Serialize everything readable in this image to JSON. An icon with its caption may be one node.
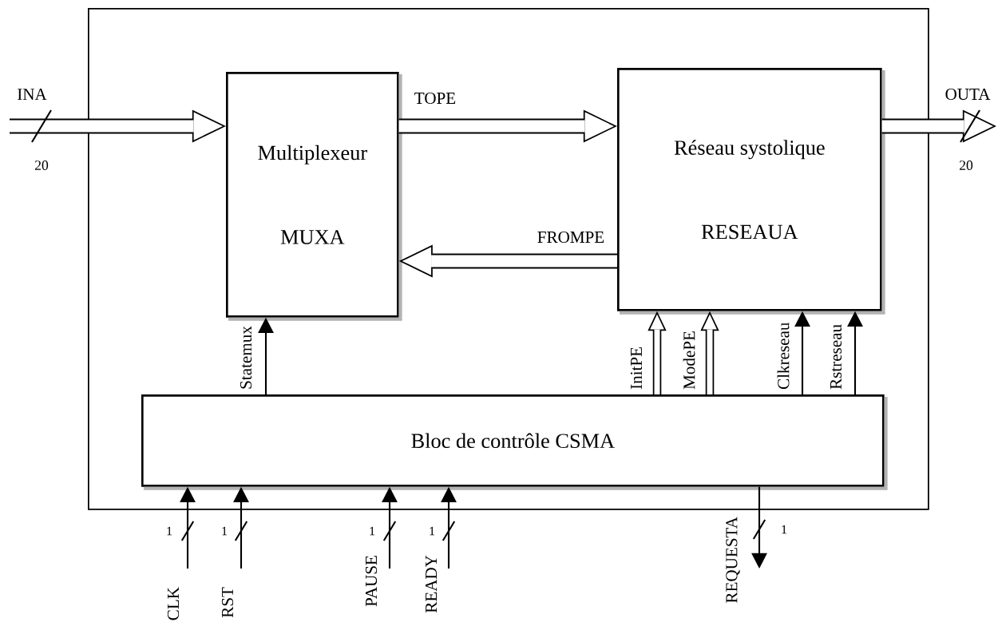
{
  "diagram": {
    "nodes": [
      {
        "text": [],
        "shape": "box"
      },
      {
        "text": [
          "Multiplexeur",
          "MUXA"
        ],
        "in": 0
      },
      {
        "text": [
          "Réseau systolique",
          "RESEAUA"
        ],
        "in": 0
      },
      {
        "text": [
          "Bloc de contrôle CSMA"
        ],
        "in": 0
      }
    ],
    "edges": [
      {
        "from": null,
        "to": 1,
        "arrow": "to",
        "label": "INA",
        "style": "thick"
      },
      {
        "from": 1,
        "to": 2,
        "arrow": "to",
        "label": "TOPE",
        "style": "thick"
      },
      {
        "from": 2,
        "to": 1,
        "arrow": "to",
        "label": "FROMPE",
        "style": "thick"
      },
      {
        "from": 2,
        "to": null,
        "arrow": "to",
        "label": "OUTA",
        "style": "thick"
      },
      {
        "from": 3,
        "to": 1,
        "arrow": "to",
        "label": "Statemux"
      },
      {
        "from": 3,
        "to": 2,
        "arrow": "to",
        "label": "InitPE",
        "style": "thick"
      },
      {
        "from": 3,
        "to": 2,
        "arrow": "to",
        "label": "ModePE",
        "style": "thick"
      },
      {
        "from": 3,
        "to": 2,
        "arrow": "to",
        "label": "Clkreseau"
      },
      {
        "from": 3,
        "to": 2,
        "arrow": "to",
        "label": "Rstreseau"
      },
      {
        "from": null,
        "to": 3,
        "arrow": "to",
        "label": "CLK"
      },
      {
        "from": null,
        "to": 3,
        "arrow": "to",
        "label": "RST"
      },
      {
        "from": null,
        "to": 3,
        "arrow": "to",
        "label": "PAUSE"
      },
      {
        "from": null,
        "to": 3,
        "arrow": "to",
        "label": "READY"
      },
      {
        "from": 3,
        "to": null,
        "arrow": "to",
        "label": "REQUESTA"
      }
    ],
    "labels": [
      "20",
      "20",
      "1",
      "1",
      "1",
      "1",
      "1"
    ]
  }
}
